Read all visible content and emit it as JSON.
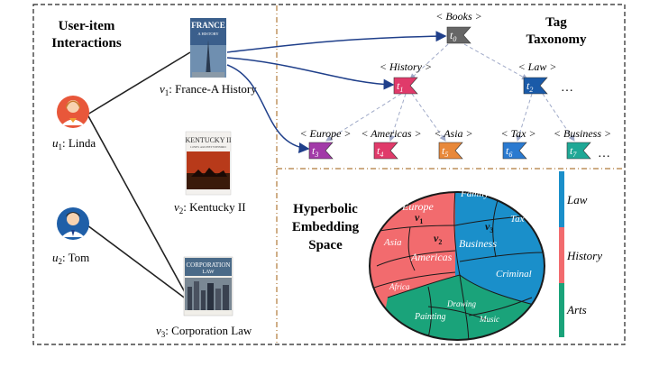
{
  "left": {
    "title_line1": "User-item",
    "title_line2": "Interactions",
    "users": [
      {
        "var": "u",
        "sub": "1",
        "name": ": Linda",
        "color": "#e8573a"
      },
      {
        "var": "u",
        "sub": "2",
        "name": ": Tom",
        "color": "#1f5fa8"
      }
    ],
    "items": [
      {
        "var": "v",
        "sub": "1",
        "name": ": France-A History",
        "cover_title": "FRANCE",
        "cover_sub": "A HISTORY"
      },
      {
        "var": "v",
        "sub": "2",
        "name": ": Kentucky II",
        "cover_title": "KENTUCKY II",
        "cover_sub": "LINES ARCHETYPEBIRD"
      },
      {
        "var": "v",
        "sub": "3",
        "name": ": Corporation Law",
        "cover_title": "CORPORATION",
        "cover_sub": "LAW"
      }
    ]
  },
  "taxonomy": {
    "title_line1": "Tag",
    "title_line2": "Taxonomy",
    "ellipsis": "…",
    "tags": [
      {
        "label": "< Books >",
        "var": "t",
        "sub": "0",
        "color": "#666666"
      },
      {
        "label": "< History >",
        "var": "t",
        "sub": "1",
        "color": "#e03a6a"
      },
      {
        "label": "< Law >",
        "var": "t",
        "sub": "2",
        "color": "#1a5aa8"
      },
      {
        "label": "< Europe >",
        "var": "t",
        "sub": "3",
        "color": "#a23aa8"
      },
      {
        "label": "< Americas >",
        "var": "t",
        "sub": "4",
        "color": "#e03a6a"
      },
      {
        "label": "< Asia >",
        "var": "t",
        "sub": "5",
        "color": "#e8883a"
      },
      {
        "label": "< Tax >",
        "var": "t",
        "sub": "6",
        "color": "#2a7ad0"
      },
      {
        "label": "< Business >",
        "var": "t",
        "sub": "7",
        "color": "#1fa896"
      }
    ]
  },
  "hyperbolic": {
    "title_line1": "Hyperbolic",
    "title_line2": "Embedding",
    "title_line3": "Space",
    "regions": {
      "europe": "Europe",
      "asia": "Asia",
      "americas": "Americas",
      "africa": "Africa",
      "family": "Family",
      "tax": "Tax",
      "business": "Business",
      "criminal": "Criminal",
      "painting": "Painting",
      "drawing": "Drawing",
      "music": "Music"
    },
    "points": [
      {
        "var": "v",
        "sub": "1"
      },
      {
        "var": "v",
        "sub": "2"
      },
      {
        "var": "v",
        "sub": "3"
      }
    ],
    "legend": [
      {
        "label": "Law",
        "color": "#1a8fca"
      },
      {
        "label": "History",
        "color": "#f26b6e"
      },
      {
        "label": "Arts",
        "color": "#1aa37a"
      }
    ]
  }
}
